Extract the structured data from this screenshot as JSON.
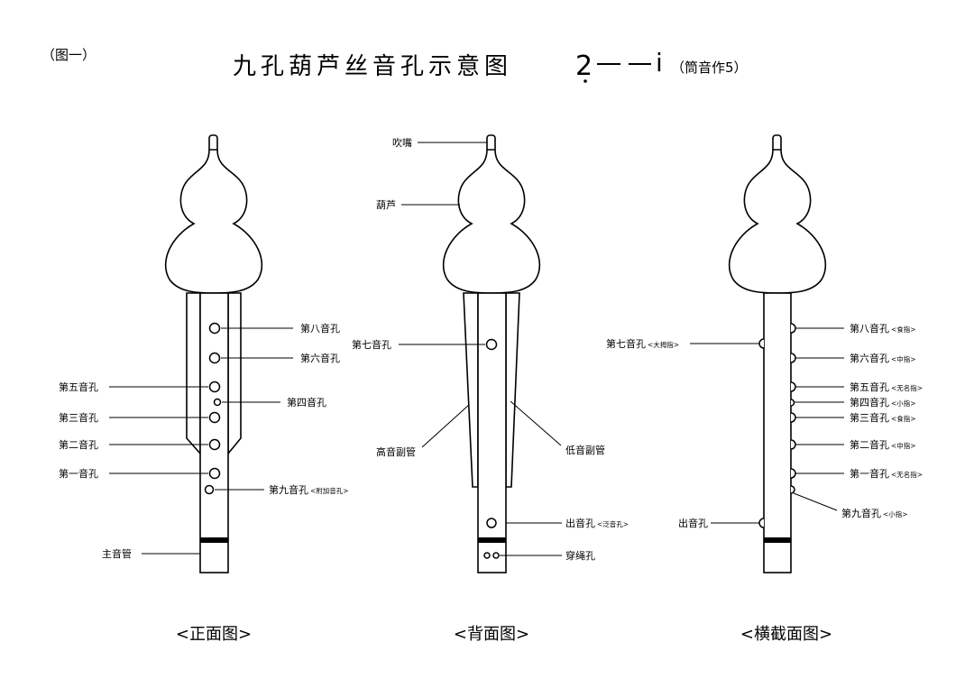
{
  "figure_label": "（图一）",
  "title": "九孔葫芦丝音孔示意图",
  "notation": {
    "low": "2",
    "dashes": "——",
    "high": "i",
    "note": "（筒音作5）"
  },
  "front_view": {
    "caption": "<正面图>",
    "labels": {
      "hole8": "第八音孔",
      "hole6": "第六音孔",
      "hole5": "第五音孔",
      "hole4": "第四音孔",
      "hole3": "第三音孔",
      "hole2": "第二音孔",
      "hole1": "第一音孔",
      "hole9": "第九音孔",
      "hole9_note": "<附加音孔>",
      "main_pipe": "主音管"
    }
  },
  "back_view": {
    "caption": "<背面图>",
    "labels": {
      "mouthpiece": "吹嘴",
      "gourd": "葫芦",
      "hole7": "第七音孔",
      "high_pipe": "高音副管",
      "low_pipe": "低音副管",
      "outlet": "出音孔",
      "outlet_note": "<泛音孔>",
      "rope_hole": "穿绳孔"
    }
  },
  "side_view": {
    "caption": "<横截面图>",
    "labels": {
      "hole8": "第八音孔",
      "hole8_note": "<食指>",
      "hole7": "第七音孔",
      "hole7_note": "<大拇指>",
      "hole6": "第六音孔",
      "hole6_note": "<中指>",
      "hole5": "第五音孔",
      "hole5_note": "<无名指>",
      "hole4": "第四音孔",
      "hole4_note": "<小指>",
      "hole3": "第三音孔",
      "hole3_note": "<食指>",
      "hole2": "第二音孔",
      "hole2_note": "<中指>",
      "hole1": "第一音孔",
      "hole1_note": "<无名指>",
      "hole9": "第九音孔",
      "hole9_note": "<小指>",
      "outlet": "出音孔"
    }
  }
}
